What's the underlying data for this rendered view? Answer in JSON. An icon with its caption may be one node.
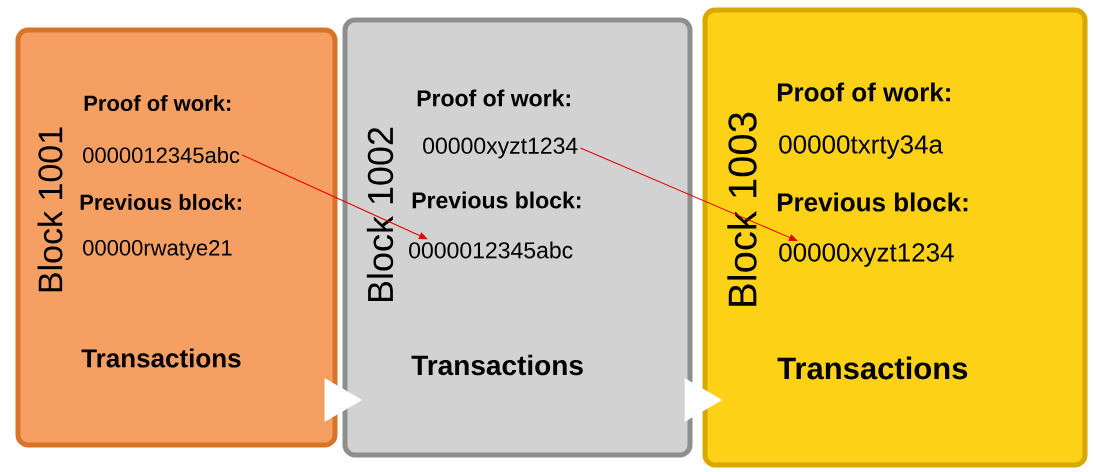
{
  "diagram": {
    "nodes": [
      {
        "text": [
          "Block 1001",
          "Proof of work:",
          "Previous block:",
          "Transactions"
        ]
      },
      {
        "text": [
          "0000012345abc"
        ],
        "in": 0
      },
      {
        "text": [
          "00000rwatye21"
        ],
        "in": 0
      },
      {
        "text": [
          "Block 1002",
          "Proof of work:",
          "Previous block:",
          "Transactions"
        ]
      },
      {
        "text": [
          "00000xyzt1234"
        ],
        "in": 3
      },
      {
        "text": [
          "0000012345abc"
        ],
        "in": 3
      },
      {
        "text": [
          "Block 1003",
          "Proof of work:",
          "Previous block:",
          "Transactions"
        ]
      },
      {
        "text": [
          "00000txrty34a"
        ],
        "in": 6
      },
      {
        "text": [
          "00000xyzt1234"
        ],
        "in": 6
      }
    ],
    "edges": [
      {
        "from": 1,
        "to": 5,
        "arrow": "to",
        "color": "#e00000"
      },
      {
        "from": 4,
        "to": 8,
        "arrow": "to",
        "color": "#e00000"
      },
      {
        "from": 0,
        "to": 3,
        "arrow": "to"
      },
      {
        "from": 3,
        "to": 6,
        "arrow": "to"
      }
    ]
  }
}
